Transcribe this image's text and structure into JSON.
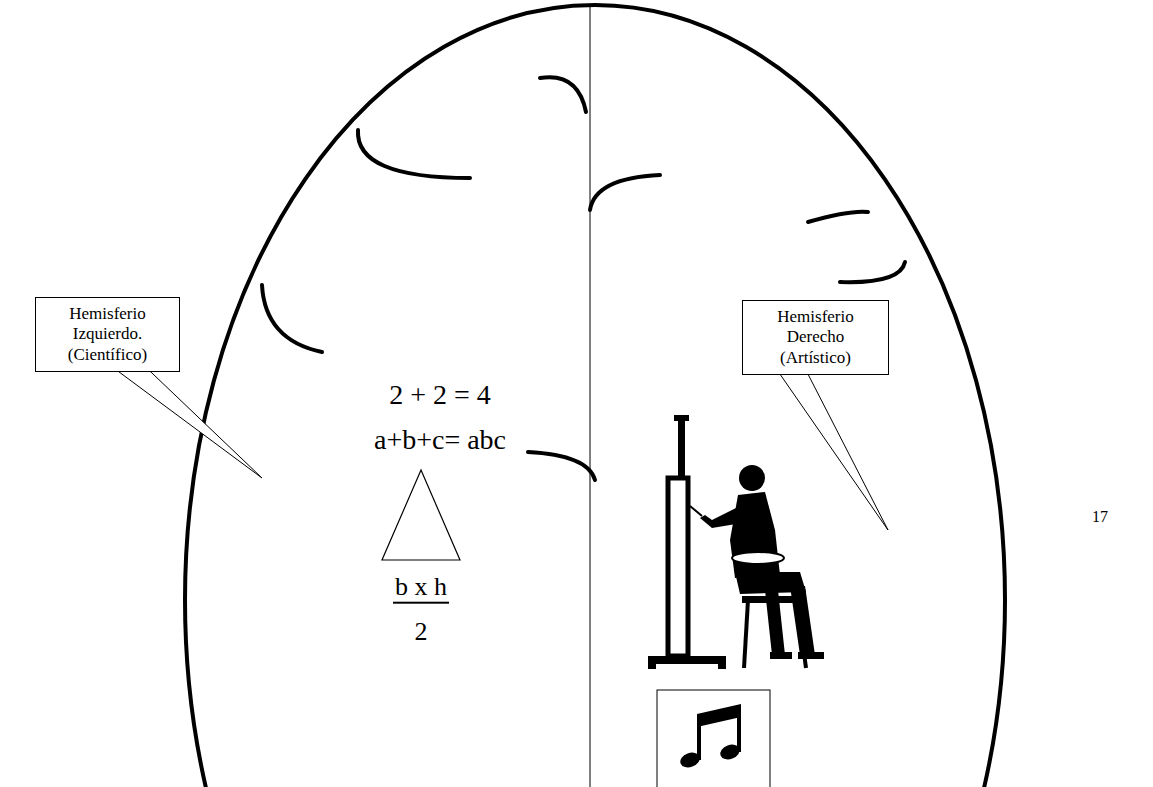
{
  "diagram": {
    "nodes": [
      {
        "text": [
          "Hemisferio Izquierdo. (Científico)"
        ]
      },
      {
        "text": [
          "Hemisferio Derecho (Artístico)"
        ]
      }
    ],
    "labels": [
      "2 + 2 = 4",
      "a+b+c= abc",
      "b x h",
      "2",
      "17"
    ]
  }
}
